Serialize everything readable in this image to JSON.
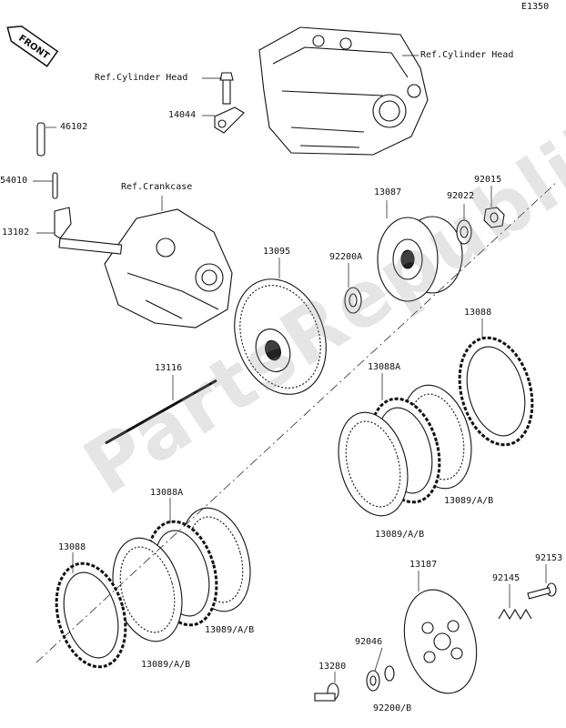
{
  "page_code": "E1350",
  "front_label": "FRONT",
  "watermark": "PartsRepublik",
  "labels": {
    "ref_cylinder_head_1": "Ref.Cylinder Head",
    "ref_cylinder_head_2": "Ref.Cylinder Head",
    "p14044": "14044",
    "p46102": "46102",
    "p54010": "54010",
    "ref_crankcase": "Ref.Crankcase",
    "p13102": "13102",
    "p13095": "13095",
    "p92200A": "92200A",
    "p13087": "13087",
    "p92022": "92022",
    "p92015": "92015",
    "p13088_top": "13088",
    "p13116": "13116",
    "p13088A_right": "13088A",
    "p13089_right1": "13089/A/B",
    "p13089_right2": "13089/A/B",
    "p13088A_left": "13088A",
    "p13088_left": "13088",
    "p13089_left1": "13089/A/B",
    "p13089_left2": "13089/A/B",
    "p13187": "13187",
    "p92153": "92153",
    "p92145": "92145",
    "p92046": "92046",
    "p13280": "13280",
    "p92200B": "92200/B"
  }
}
